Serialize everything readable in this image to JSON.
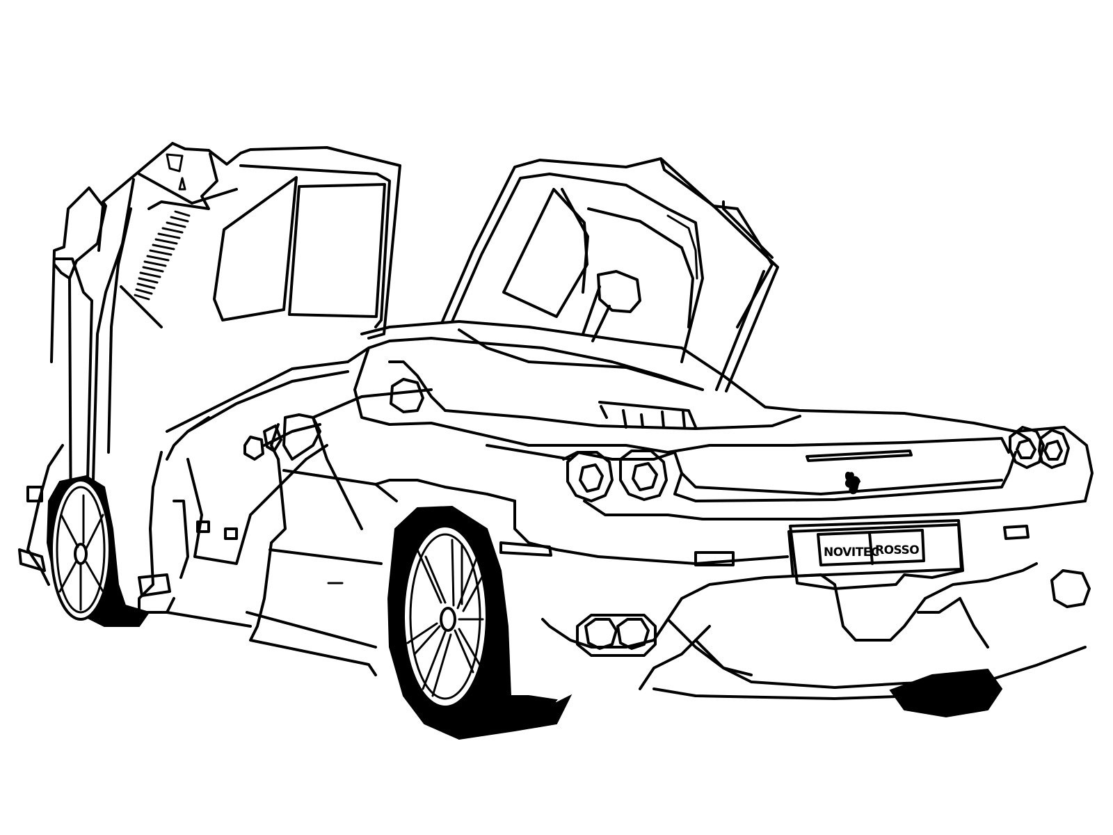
{
  "illustration": {
    "subject": "Sports car line-art drawing, rear three-quarter view with scissor doors open",
    "style": "black outline on white (coloring page)",
    "colors": {
      "background": "#ffffff",
      "line": "#000000"
    }
  },
  "license_plate": {
    "left_text": "NOVITEC",
    "right_text": "ROSSO"
  },
  "badge": {
    "icon": "prancing-horse-icon"
  }
}
